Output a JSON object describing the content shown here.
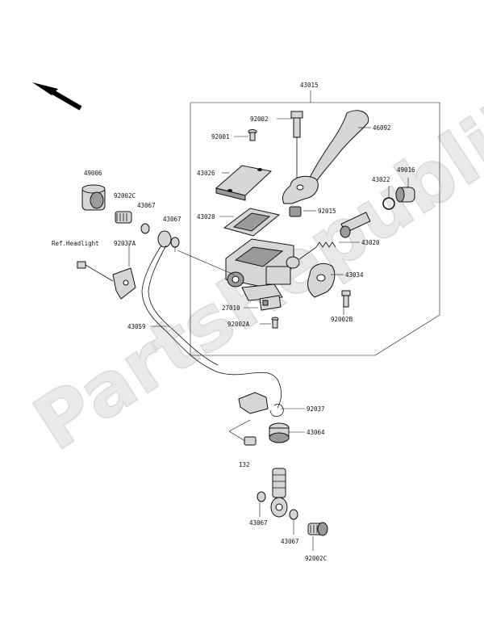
{
  "watermark": "PartsRepublik",
  "labels": {
    "p43015": "43015",
    "p92002": "92002",
    "p46092": "46092",
    "p92001": "92001",
    "p43026": "43026",
    "p49006": "49006",
    "p92002C_top": "92002C",
    "p43067_a": "43067",
    "p43067_b": "43067",
    "p43022": "43022",
    "p49016": "49016",
    "p43028": "43028",
    "p92015": "92015",
    "ref_headlight": "Ref.Headlight",
    "p92037A": "92037A",
    "p43020": "43020",
    "p43034": "43034",
    "p27010": "27010",
    "p43059": "43059",
    "p92002A": "92002A",
    "p92002B": "92002B",
    "p92037": "92037",
    "p43064": "43064",
    "p132": "132",
    "p43067_c": "43067",
    "p43067_d": "43067",
    "p92002C_bottom": "92002C"
  }
}
